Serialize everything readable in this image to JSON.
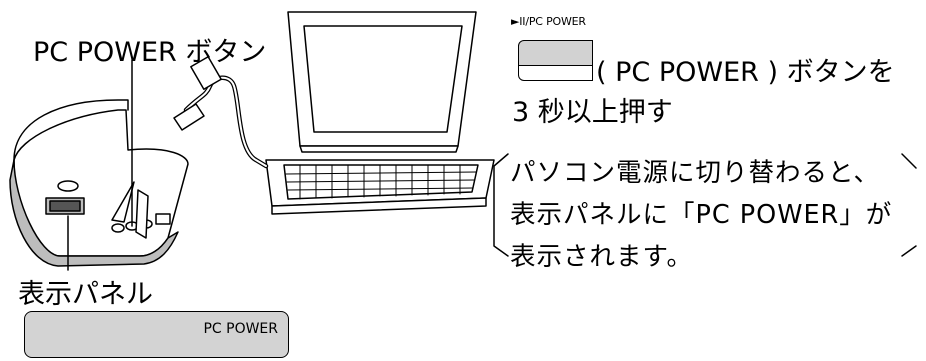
{
  "callout": {
    "pc_power_button": "PC POWER ボタン"
  },
  "panel_label": "表示パネル",
  "instruction": {
    "icon_label": "►II/PC POWER",
    "line1": "( PC POWER ) ボタンを",
    "line2": "3 秒以上押す"
  },
  "note": {
    "line1": "パソコン電源に切り替わると、",
    "line2": "表示パネルに「PC POWER」が",
    "line3": "表示されます。"
  },
  "display": {
    "text": "PC POWER"
  },
  "colors": {
    "panel_gray": "#d3d3d3",
    "device_shade": "#bdbdbd",
    "line": "#000000"
  }
}
